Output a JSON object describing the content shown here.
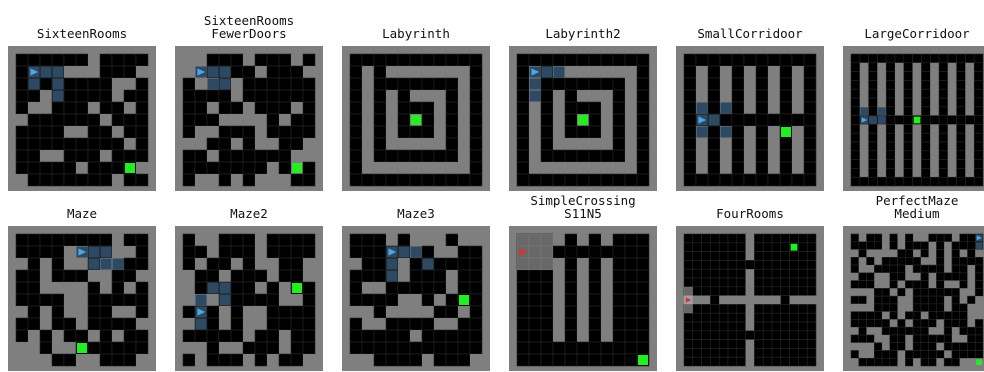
{
  "figure": {
    "panels": [
      {
        "title": "SixteenRooms",
        "agent": "blue-right-triangle",
        "goal": "green-square",
        "visited": "blue-highlighted-cells"
      },
      {
        "title": "SixteenRooms\nFewerDoors",
        "agent": "blue-right-triangle",
        "goal": "green-square",
        "visited": "blue-highlighted-cells"
      },
      {
        "title": "Labyrinth",
        "agent": "none-visible",
        "goal": "green-square",
        "visited": "none"
      },
      {
        "title": "Labyrinth2",
        "agent": "blue-right-triangle",
        "goal": "green-square",
        "visited": "blue-highlighted-cells"
      },
      {
        "title": "SmallCorridoor",
        "agent": "blue-right-triangle",
        "goal": "green-square",
        "visited": "blue-highlighted-cells"
      },
      {
        "title": "LargeCorridoor",
        "agent": "blue-right-triangle",
        "goal": "green-square",
        "visited": "blue-highlighted-cells"
      },
      {
        "title": "Maze",
        "agent": "blue-right-triangle",
        "goal": "green-square",
        "visited": "blue-highlighted-cells"
      },
      {
        "title": "Maze2",
        "agent": "blue-right-triangle",
        "goal": "green-square",
        "visited": "blue-highlighted-cells"
      },
      {
        "title": "Maze3",
        "agent": "blue-right-triangle",
        "goal": "green-square",
        "visited": "blue-highlighted-cells"
      },
      {
        "title": "SimpleCrossing\nS11N5",
        "agent": "red-right-triangle",
        "goal": "green-square",
        "visited": "light-grey-view-cone"
      },
      {
        "title": "FourRooms",
        "agent": "red-right-triangle",
        "goal": "green-square",
        "visited": "light-grey-view-cone"
      },
      {
        "title": "PerfectMaze\nMedium",
        "agent": "blue-right-triangle",
        "goal": "green-square",
        "visited": "blue-highlighted-cells"
      }
    ],
    "colors": {
      "wall": "#7f7f7f",
      "floor": "#000000",
      "grid_line": "#262626",
      "visited": "#2e4a63",
      "agent_blue": "#4da6e6",
      "agent_red": "#e03030",
      "goal": "#22ee22",
      "view_cone": "#bdbdbd"
    }
  }
}
